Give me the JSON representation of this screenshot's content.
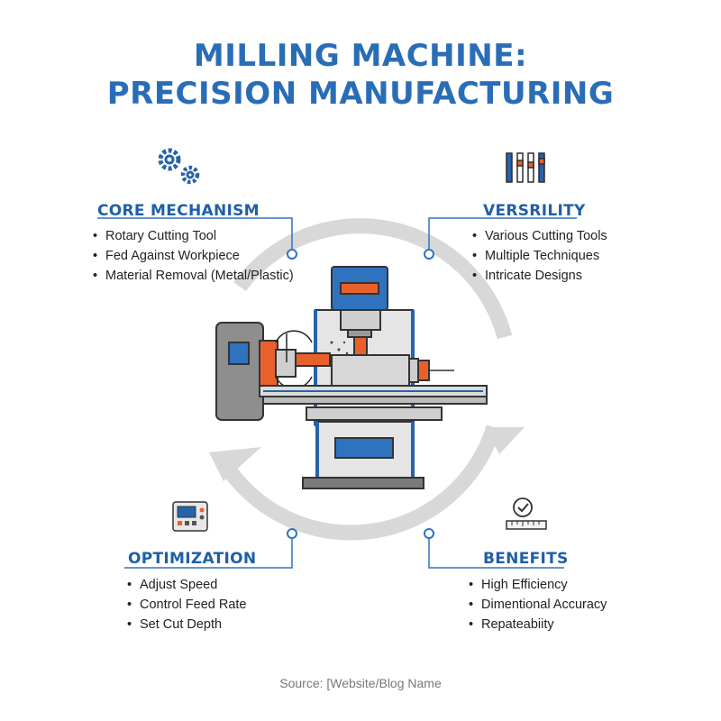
{
  "title": {
    "line1": "MILLING MACHINE:",
    "line2": "PRECISION MANUFACTURING"
  },
  "sections": {
    "core": {
      "title": "CORE MECHANISM",
      "icon": "gears-icon",
      "points": [
        "Rotary Cutting Tool",
        "Fed Against Workpiece",
        "Material Removal (Metal/Plastic)"
      ]
    },
    "versatility": {
      "title": "VERSRILITY",
      "icon": "cutting-tools-icon",
      "points": [
        "Various Cutting Tools",
        "Multiple Techniques",
        "Intricate Designs"
      ]
    },
    "optimization": {
      "title": "OPTIMIZATION",
      "icon": "control-panel-icon",
      "points": [
        "Adjust Speed",
        "Control Feed Rate",
        "Set Cut Depth"
      ]
    },
    "benefits": {
      "title": "BENEFITS",
      "icon": "checkmark-ruler-icon",
      "points": [
        "High Efficiency",
        "Dimentional Accuracy",
        "Repateabiity"
      ]
    }
  },
  "source": "Source: [Website/Blog Name",
  "colors": {
    "title_blue": "#2a6db7",
    "section_blue": "#1f5fa8",
    "accent_orange": "#e8612c",
    "machine_gray": "#8e8e8e",
    "cycle_gray": "#d6d6d6"
  }
}
